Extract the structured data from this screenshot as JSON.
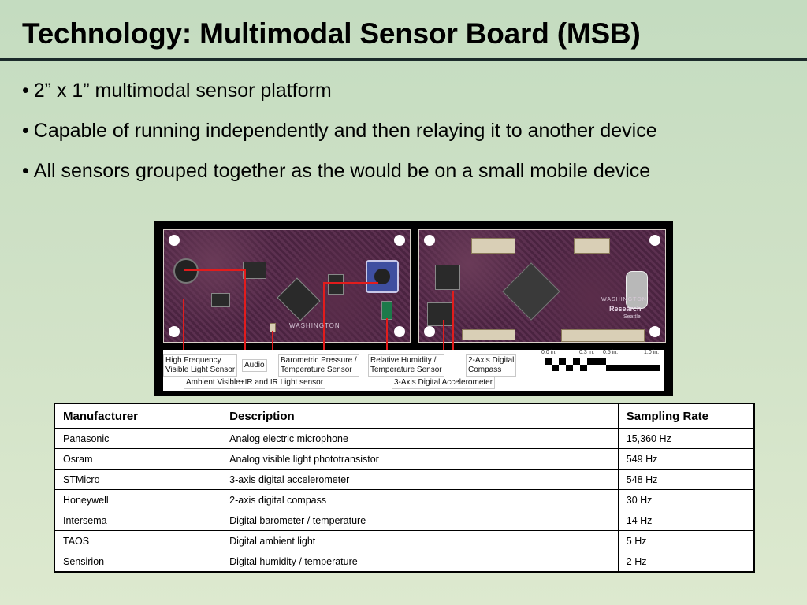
{
  "title": "Technology: Multimodal Sensor Board (MSB)",
  "bullets": [
    "2” x 1” multimodal sensor platform",
    "Capable of running independently and then relaying it to another device",
    "All sensors grouped together as the would be on a small mobile device"
  ],
  "bullet_symbol": "•",
  "photo": {
    "labels": {
      "high_freq": "High Frequency\nVisible Light Sensor",
      "audio": "Audio",
      "baro": "Barometric Pressure /\nTemperature Sensor",
      "humidity": "Relative Humidity /\nTemperature Sensor",
      "compass": "2-Axis Digital\nCompass",
      "ambient": "Ambient Visible+IR and IR Light sensor",
      "accel": "3-Axis Digital Accelerometer"
    },
    "scale_ticks": [
      "0.0 in.",
      "0.3 in.",
      "0.5 in.",
      "1.0 in."
    ],
    "board_text_right": [
      "WASHINGTON",
      "Research",
      "Seattle"
    ],
    "board_text_left": [
      "WASHINGTON"
    ]
  },
  "table": {
    "headers": [
      "Manufacturer",
      "Description",
      "Sampling Rate"
    ],
    "rows": [
      [
        "Panasonic",
        "Analog electric microphone",
        "15,360 Hz"
      ],
      [
        "Osram",
        "Analog visible light phototransistor",
        "549 Hz"
      ],
      [
        "STMicro",
        "3-axis digital accelerometer",
        "548 Hz"
      ],
      [
        "Honeywell",
        "2-axis digital compass",
        "30 Hz"
      ],
      [
        "Intersema",
        "Digital barometer / temperature",
        "14 Hz"
      ],
      [
        "TAOS",
        "Digital ambient light",
        "5 Hz"
      ],
      [
        "Sensirion",
        "Digital humidity / temperature",
        "2 Hz"
      ]
    ]
  }
}
